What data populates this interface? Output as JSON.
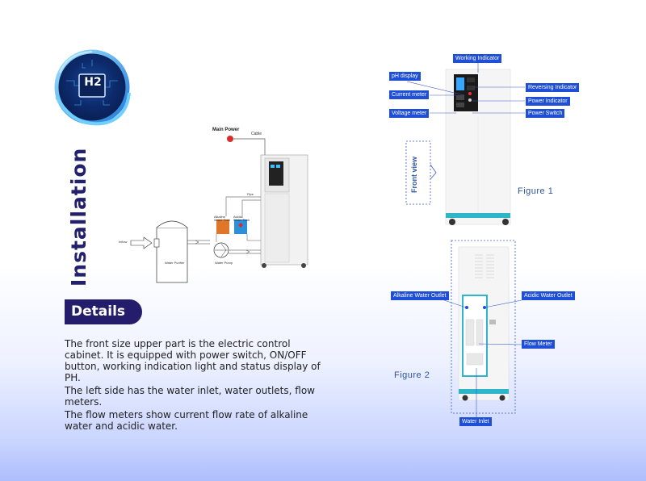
{
  "page": {
    "title": "Installation",
    "logo_text": "H2",
    "details_label": "Details",
    "paragraphs": [
      "The front size upper part is the electric control cabinet. It is equipped with power switch, ON/OFF button, working indication light and status display of PH.",
      "The left side has the water inlet, water outlets, flow meters.",
      "The flow meters show current flow rate of alkaline water and acidic water."
    ]
  },
  "installation_diagram": {
    "main_power": "Main Power",
    "cable": "Cable",
    "inflow": "Inflow",
    "water_purifier": "Water Purifier",
    "water_pump": "Water Pump",
    "alkaline_tank": "Alkaline Water Tank",
    "acidic_tank": "Acidic Water Tank",
    "pipe": "Pipe"
  },
  "figure1": {
    "caption": "Figure 1",
    "front_view": "Front view",
    "labels": {
      "working_indicator": "Working Indicator",
      "ph_display": "pH display",
      "current_meter": "Current meter",
      "voltage_meter": "Voltage meter",
      "reversing_indicator": "Reversing Indicator",
      "power_indicator": "Power Indicator",
      "power_switch": "Power Switch"
    }
  },
  "figure2": {
    "caption": "Figure 2",
    "labels": {
      "alkaline_outlet": "Alkaline Water Outlet",
      "acidic_outlet": "Acidic Water Outlet",
      "flow_meter": "Flow Meter",
      "water_inlet": "Water Inlet"
    }
  },
  "colors": {
    "title": "#23206e",
    "label_bg": "#1e4fd6",
    "caption": "#2f54a0",
    "accent_teal": "#2fb5c9",
    "power_red": "#d92b2b",
    "alkaline_tank": "#e0762a",
    "acidic_tank": "#2b8fd9"
  }
}
